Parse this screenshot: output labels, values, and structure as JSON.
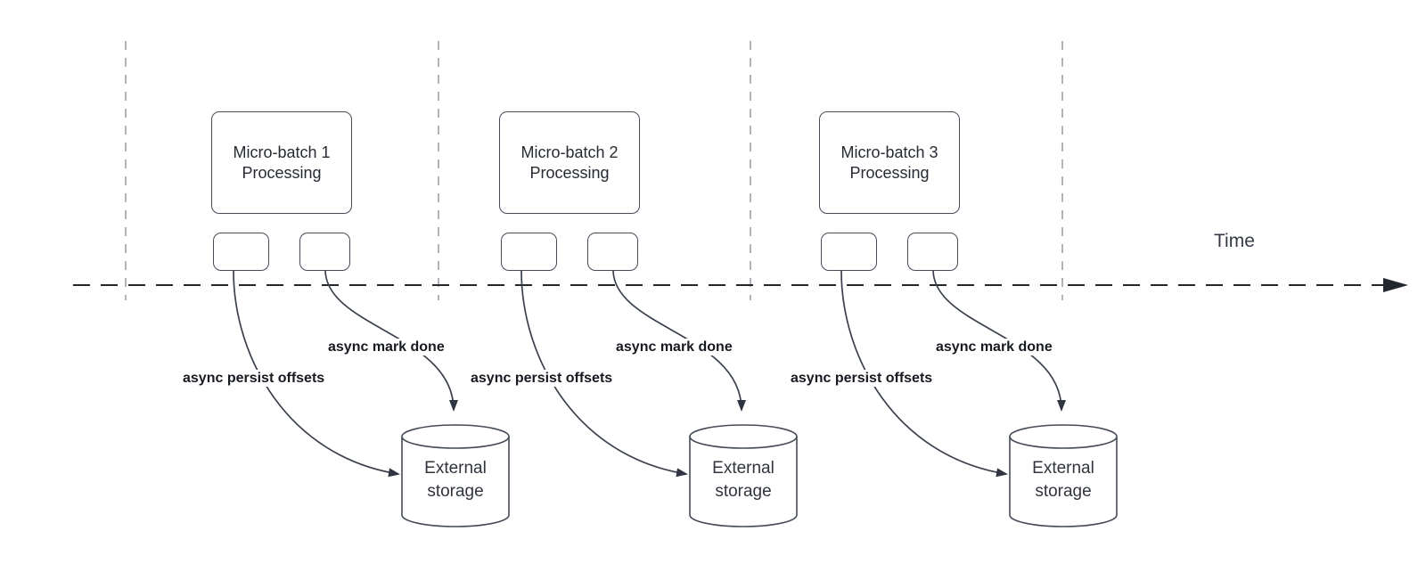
{
  "time_axis": {
    "label": "Time"
  },
  "batches": [
    {
      "title": "Micro-batch 1",
      "subtitle": "Processing",
      "persist_label": "async persist offsets",
      "done_label": "async mark done",
      "storage_label": "External storage"
    },
    {
      "title": "Micro-batch 2",
      "subtitle": "Processing",
      "persist_label": "async persist offsets",
      "done_label": "async mark done",
      "storage_label": "External storage"
    },
    {
      "title": "Micro-batch 3",
      "subtitle": "Processing",
      "persist_label": "async persist offsets",
      "done_label": "async mark done",
      "storage_label": "External storage"
    }
  ],
  "colors": {
    "background": "#ffffff",
    "shape_stroke": "#454b57",
    "axis_line": "#23272e",
    "divider_line": "#8f949b",
    "box_text": "#262b33",
    "bold_label_text": "#171a21",
    "arrowhead_fill": "#2e3440"
  }
}
